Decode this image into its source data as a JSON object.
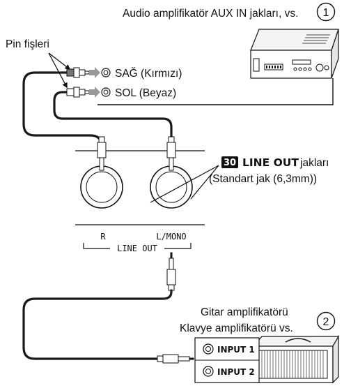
{
  "top_caption": "Audio amplifikatör AUX IN jakları, vs.",
  "step1_number": "1",
  "pin_label": "Pin fişleri",
  "right_channel": "SAĞ (Kırmızı)",
  "left_channel": "SOL (Beyaz)",
  "jack_ref_number": "30",
  "jack_title": "LINE OUT",
  "jack_suffix": " jakları",
  "jack_note": "(Standart jak (6,3mm))",
  "panel_r": "R",
  "panel_lmono": "L/MONO",
  "panel_lineout": "LINE OUT",
  "amp_line1": "Gitar amplifikatörü",
  "amp_line2": "Klavye amplifikatörü vs.",
  "step2_number": "2",
  "input1": "INPUT 1",
  "input2": "INPUT 2",
  "device_icon": "audio-amplifier-icon",
  "amp_icon": "guitar-amplifier-icon"
}
